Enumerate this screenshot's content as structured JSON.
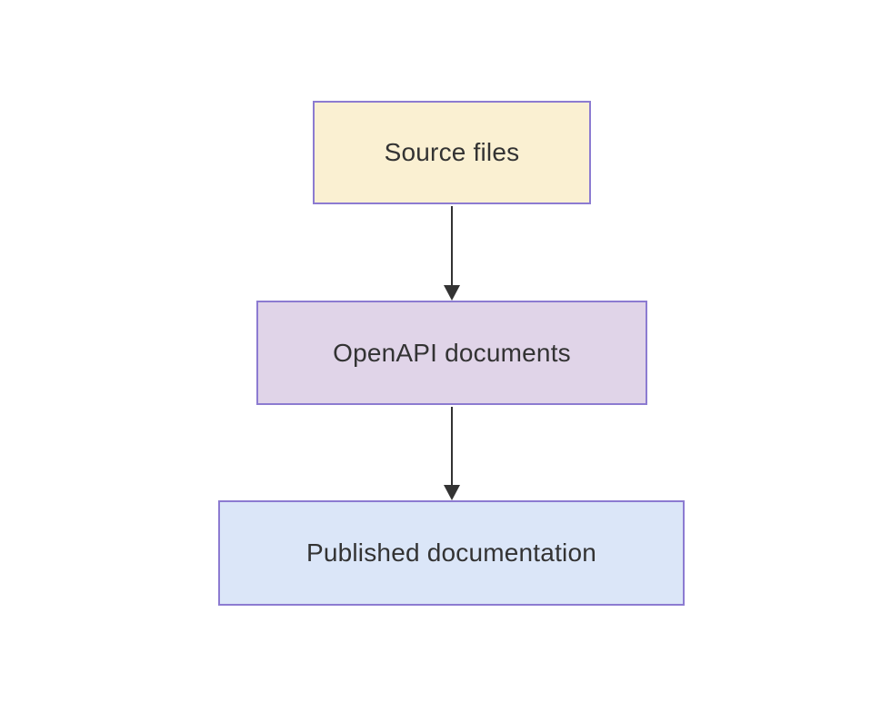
{
  "diagram": {
    "type": "flowchart",
    "direction": "top-down",
    "background_color": "#ffffff",
    "node_border_color": "#8c7bd1",
    "edge_color": "#333333",
    "text_color": "#333333",
    "nodes": [
      {
        "id": "source-files",
        "label": "Source files",
        "fill": "#faf0d2"
      },
      {
        "id": "openapi-documents",
        "label": "OpenAPI documents",
        "fill": "#e0d4e8"
      },
      {
        "id": "published-documentation",
        "label": "Published documentation",
        "fill": "#dbe6f8"
      }
    ],
    "edges": [
      {
        "from": "Source files",
        "to": "OpenAPI documents"
      },
      {
        "from": "OpenAPI documents",
        "to": "Published documentation"
      }
    ]
  }
}
